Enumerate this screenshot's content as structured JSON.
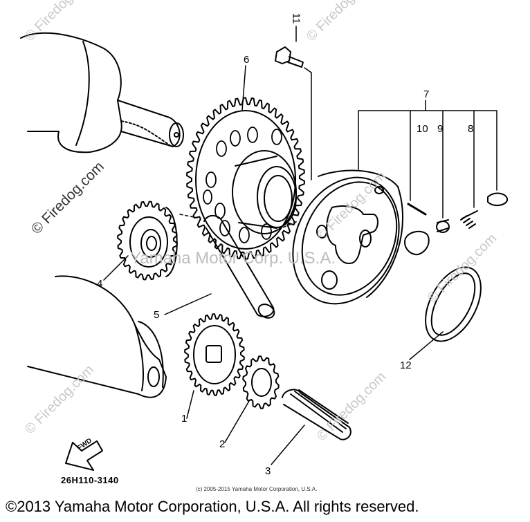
{
  "diagram": {
    "callouts": {
      "p1": "1",
      "p2": "2",
      "p3": "3",
      "p4": "4",
      "p5": "5",
      "p6": "6",
      "p7": "7",
      "p8": "8",
      "p9": "9",
      "p10": "10",
      "p11": "11",
      "p12": "12"
    },
    "fwd_label": "FWD",
    "drawing_code": "26H110-3140",
    "center_watermark": "Yamaha Motor Corp. U.S.A.",
    "small_copyright": "(c) 2005-2015 Yamaha Motor Corporation, U.S.A.",
    "footer_copyright": "©2013 Yamaha Motor Corporation, U.S.A. All rights reserved.",
    "watermark_text": "© Firedog.com"
  }
}
